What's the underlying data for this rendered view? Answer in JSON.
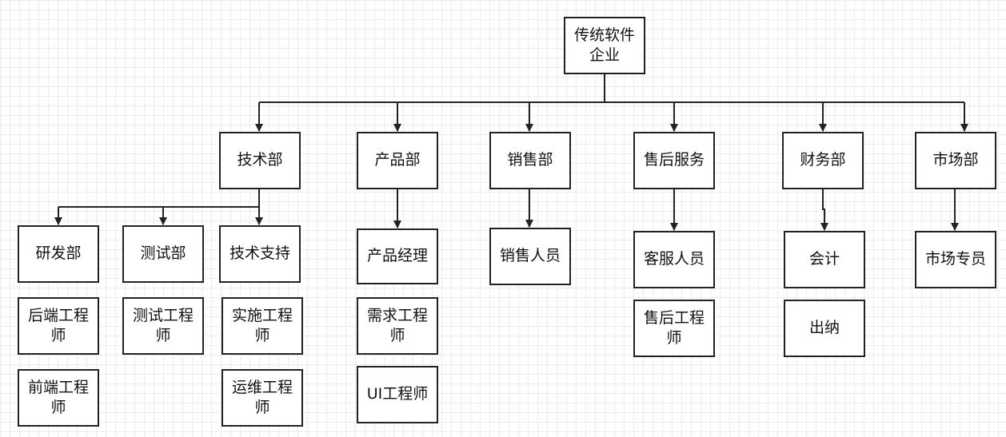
{
  "diagram": {
    "root": "传统软件企业",
    "departments": [
      {
        "name": "技术部",
        "groups": [
          {
            "name": "研发部",
            "items": [
              "后端工程师",
              "前端工程师"
            ]
          },
          {
            "name": "测试部",
            "items": [
              "测试工程师"
            ]
          },
          {
            "name": "技术支持",
            "items": [
              "实施工程师",
              "运维工程师"
            ]
          }
        ]
      },
      {
        "name": "产品部",
        "child": "产品经理",
        "items": [
          "需求工程师",
          "UI工程师"
        ]
      },
      {
        "name": "销售部",
        "child": "销售人员",
        "items": []
      },
      {
        "name": "售后服务",
        "child": "客服人员",
        "items": [
          "售后工程师"
        ]
      },
      {
        "name": "财务部",
        "child": "会计",
        "items": [
          "出纳"
        ]
      },
      {
        "name": "市场部",
        "child": "市场专员",
        "items": []
      }
    ]
  }
}
